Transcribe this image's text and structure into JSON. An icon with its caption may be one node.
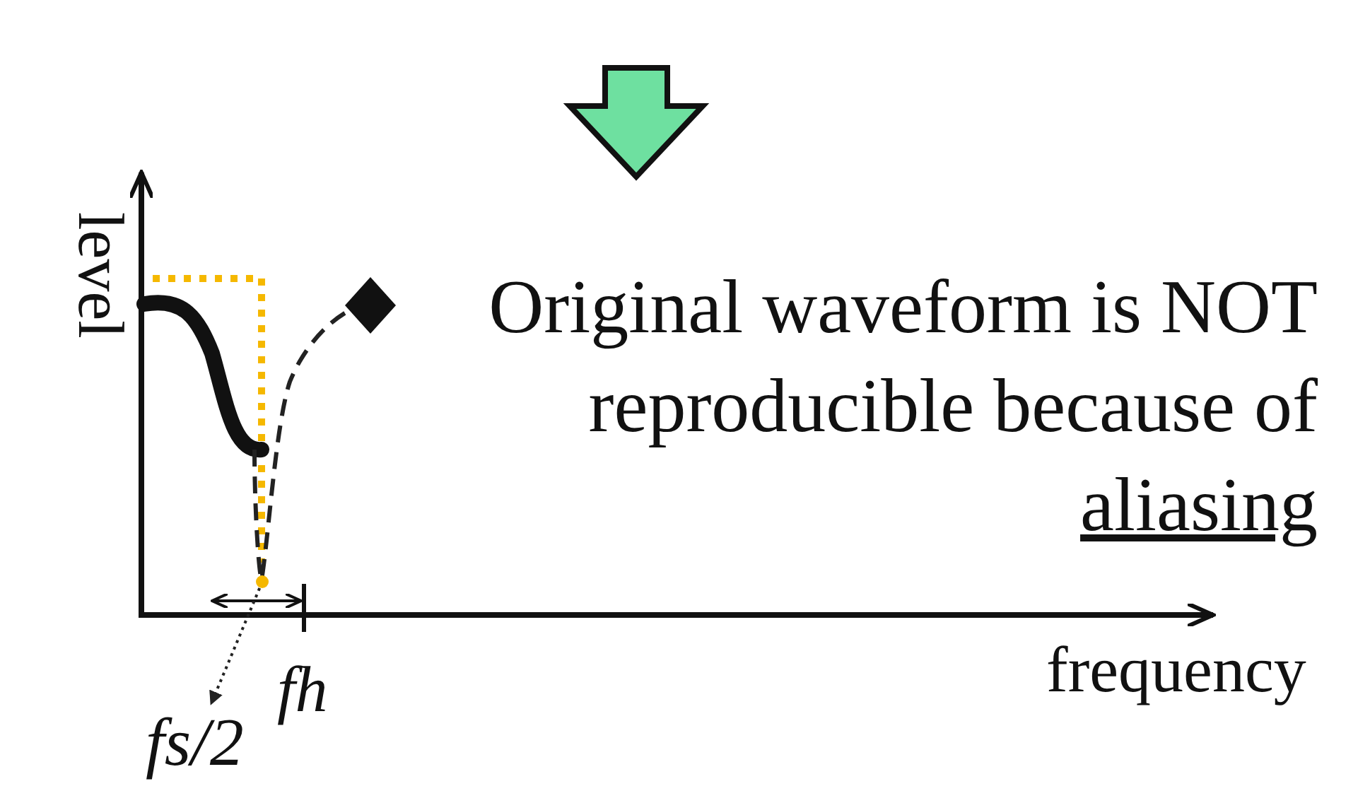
{
  "diagram": {
    "nodes": [
      {
        "text": [
          "fs/2"
        ]
      },
      {
        "text": [],
        "shape": "circle"
      }
    ],
    "edges": [
      {
        "from": 1,
        "to": 0,
        "arrow": "to",
        "style": "dashed"
      }
    ],
    "labels": [
      "level",
      "frequency",
      "fh",
      "Original waveform is NOT reproducible because of aliasing"
    ]
  }
}
